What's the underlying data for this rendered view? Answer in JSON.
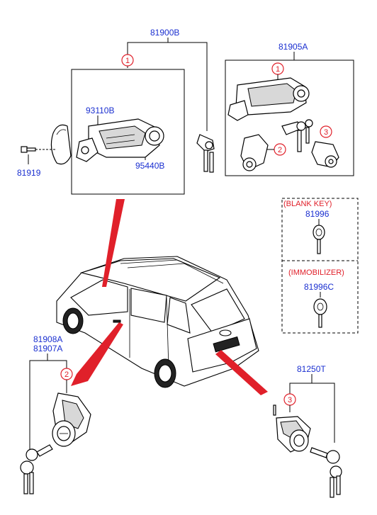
{
  "diagram": {
    "part_labels": {
      "assembly_top": "81900B",
      "cylinder_set": "81905A",
      "lock_body": "93110B",
      "switch": "95440B",
      "screw": "81919",
      "blank_key": "81996",
      "immobilizer_key": "81996C",
      "door_lock_a": "81908A",
      "door_lock_b": "81907A",
      "tailgate_lock": "81250T"
    },
    "group_titles": {
      "blank_key": "(BLANK KEY)",
      "immobilizer": "(IMMOBILIZER)"
    },
    "callouts": [
      "1",
      "1",
      "2",
      "3",
      "2",
      "3"
    ]
  }
}
